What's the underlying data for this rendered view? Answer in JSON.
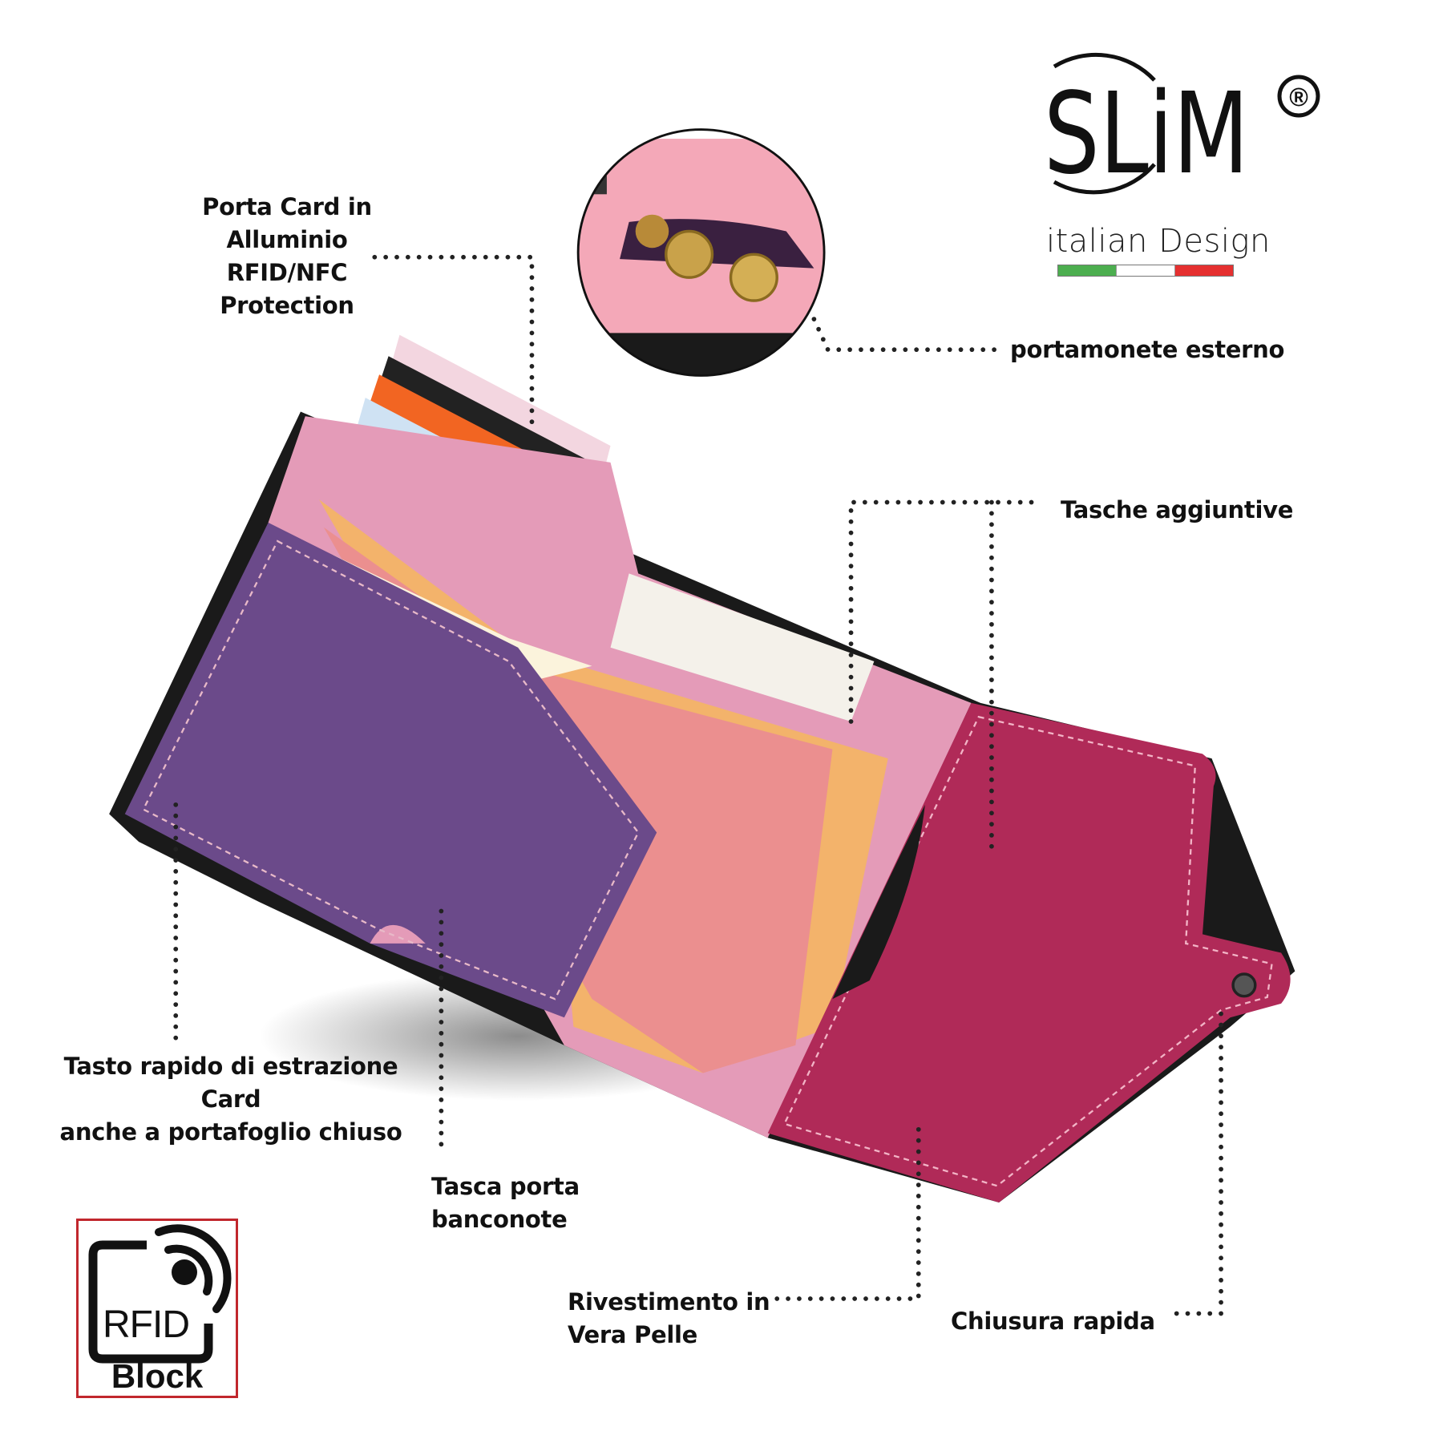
{
  "brand": {
    "logo_text": "SLiM",
    "registered_mark": "®",
    "tagline": "italian Design",
    "flag_colors": [
      "#4cae4f",
      "#ffffff",
      "#e53030"
    ]
  },
  "callouts": {
    "card_holder": [
      "Porta Card in",
      "Alluminio",
      "RFID/NFC",
      "Protection"
    ],
    "coin_purse": "portamonete esterno",
    "extra_pockets": "Tasche aggiuntive",
    "quick_eject": [
      "Tasto rapido di estrazione Card",
      "anche a portafoglio chiuso"
    ],
    "banknote_pocket": [
      "Tasca porta",
      "banconote"
    ],
    "leather": [
      "Rivestimento in",
      "Vera Pelle"
    ],
    "closure": "Chiusura rapida"
  },
  "badge": {
    "rfid_label": "RFID",
    "block_label": "Block",
    "border_color": "#c1272d"
  },
  "colors": {
    "purple": "#6b4a8a",
    "pink": "#e49bb8",
    "magenta": "#b02a58",
    "black": "#1a1a1a"
  }
}
